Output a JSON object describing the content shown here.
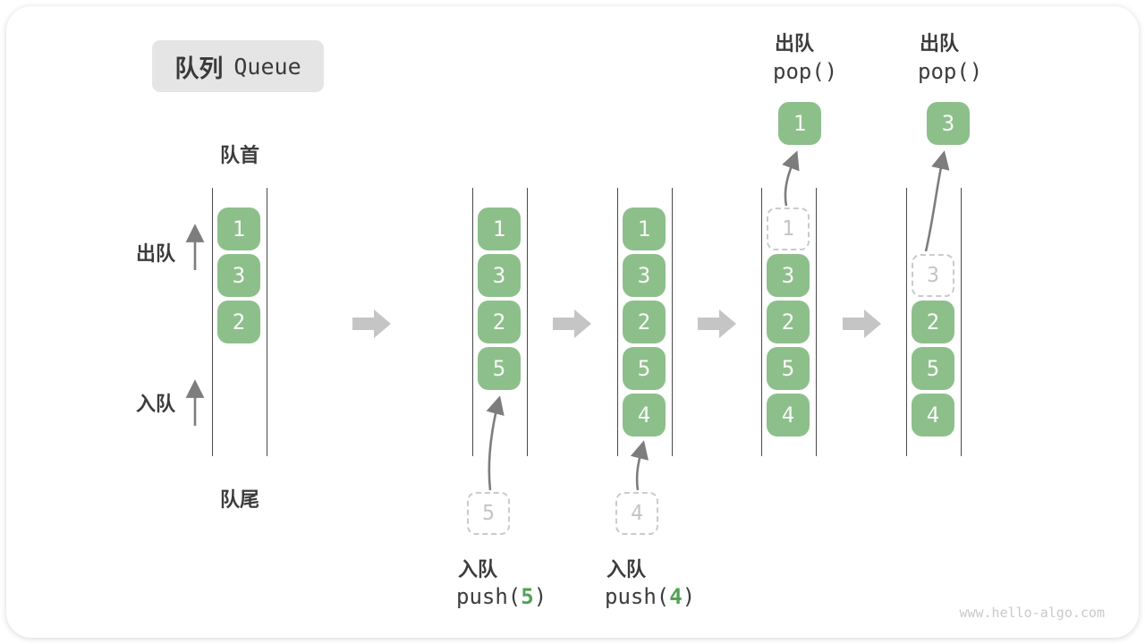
{
  "title": {
    "zh": "队列",
    "en": "Queue"
  },
  "labels": {
    "front": "队首",
    "rear": "队尾",
    "dequeue_side": "出队",
    "enqueue_side": "入队"
  },
  "queues": [
    {
      "cells": [
        {
          "slot": 0,
          "value": "1"
        },
        {
          "slot": 1,
          "value": "3"
        },
        {
          "slot": 2,
          "value": "2"
        }
      ]
    },
    {
      "cells": [
        {
          "slot": 0,
          "value": "1"
        },
        {
          "slot": 1,
          "value": "3"
        },
        {
          "slot": 2,
          "value": "2"
        },
        {
          "slot": 3,
          "value": "5"
        }
      ],
      "enqueue": {
        "label": "入队",
        "code_pre": "push(",
        "value": "5",
        "code_post": ")",
        "staged_value": "5"
      }
    },
    {
      "cells": [
        {
          "slot": 0,
          "value": "1"
        },
        {
          "slot": 1,
          "value": "3"
        },
        {
          "slot": 2,
          "value": "2"
        },
        {
          "slot": 3,
          "value": "5"
        },
        {
          "slot": 4,
          "value": "4"
        }
      ],
      "enqueue": {
        "label": "入队",
        "code_pre": "push(",
        "value": "4",
        "code_post": ")",
        "staged_value": "4"
      }
    },
    {
      "cells": [
        {
          "slot": 0,
          "value": "1",
          "ghost": true
        },
        {
          "slot": 1,
          "value": "3"
        },
        {
          "slot": 2,
          "value": "2"
        },
        {
          "slot": 3,
          "value": "5"
        },
        {
          "slot": 4,
          "value": "4"
        }
      ],
      "dequeue": {
        "label": "出队",
        "code": "pop()",
        "popped_value": "1"
      }
    },
    {
      "cells": [
        {
          "slot": 1,
          "value": "3",
          "ghost": true
        },
        {
          "slot": 2,
          "value": "2"
        },
        {
          "slot": 3,
          "value": "5"
        },
        {
          "slot": 4,
          "value": "4"
        }
      ],
      "dequeue": {
        "label": "出队",
        "code": "pop()",
        "popped_value": "3"
      }
    }
  ],
  "colors": {
    "cell_green": "#8dbf8b",
    "accent_green": "#51a254",
    "text_dark": "#3c3c3c",
    "queue_line": "#4a4a4a",
    "block_arrow": "#c5c5c5",
    "thin_arrow": "#7d7d7d",
    "ghost_border": "#cbcbcb",
    "badge_bg": "#e5e5e5"
  },
  "watermark": "www.hello-algo.com"
}
